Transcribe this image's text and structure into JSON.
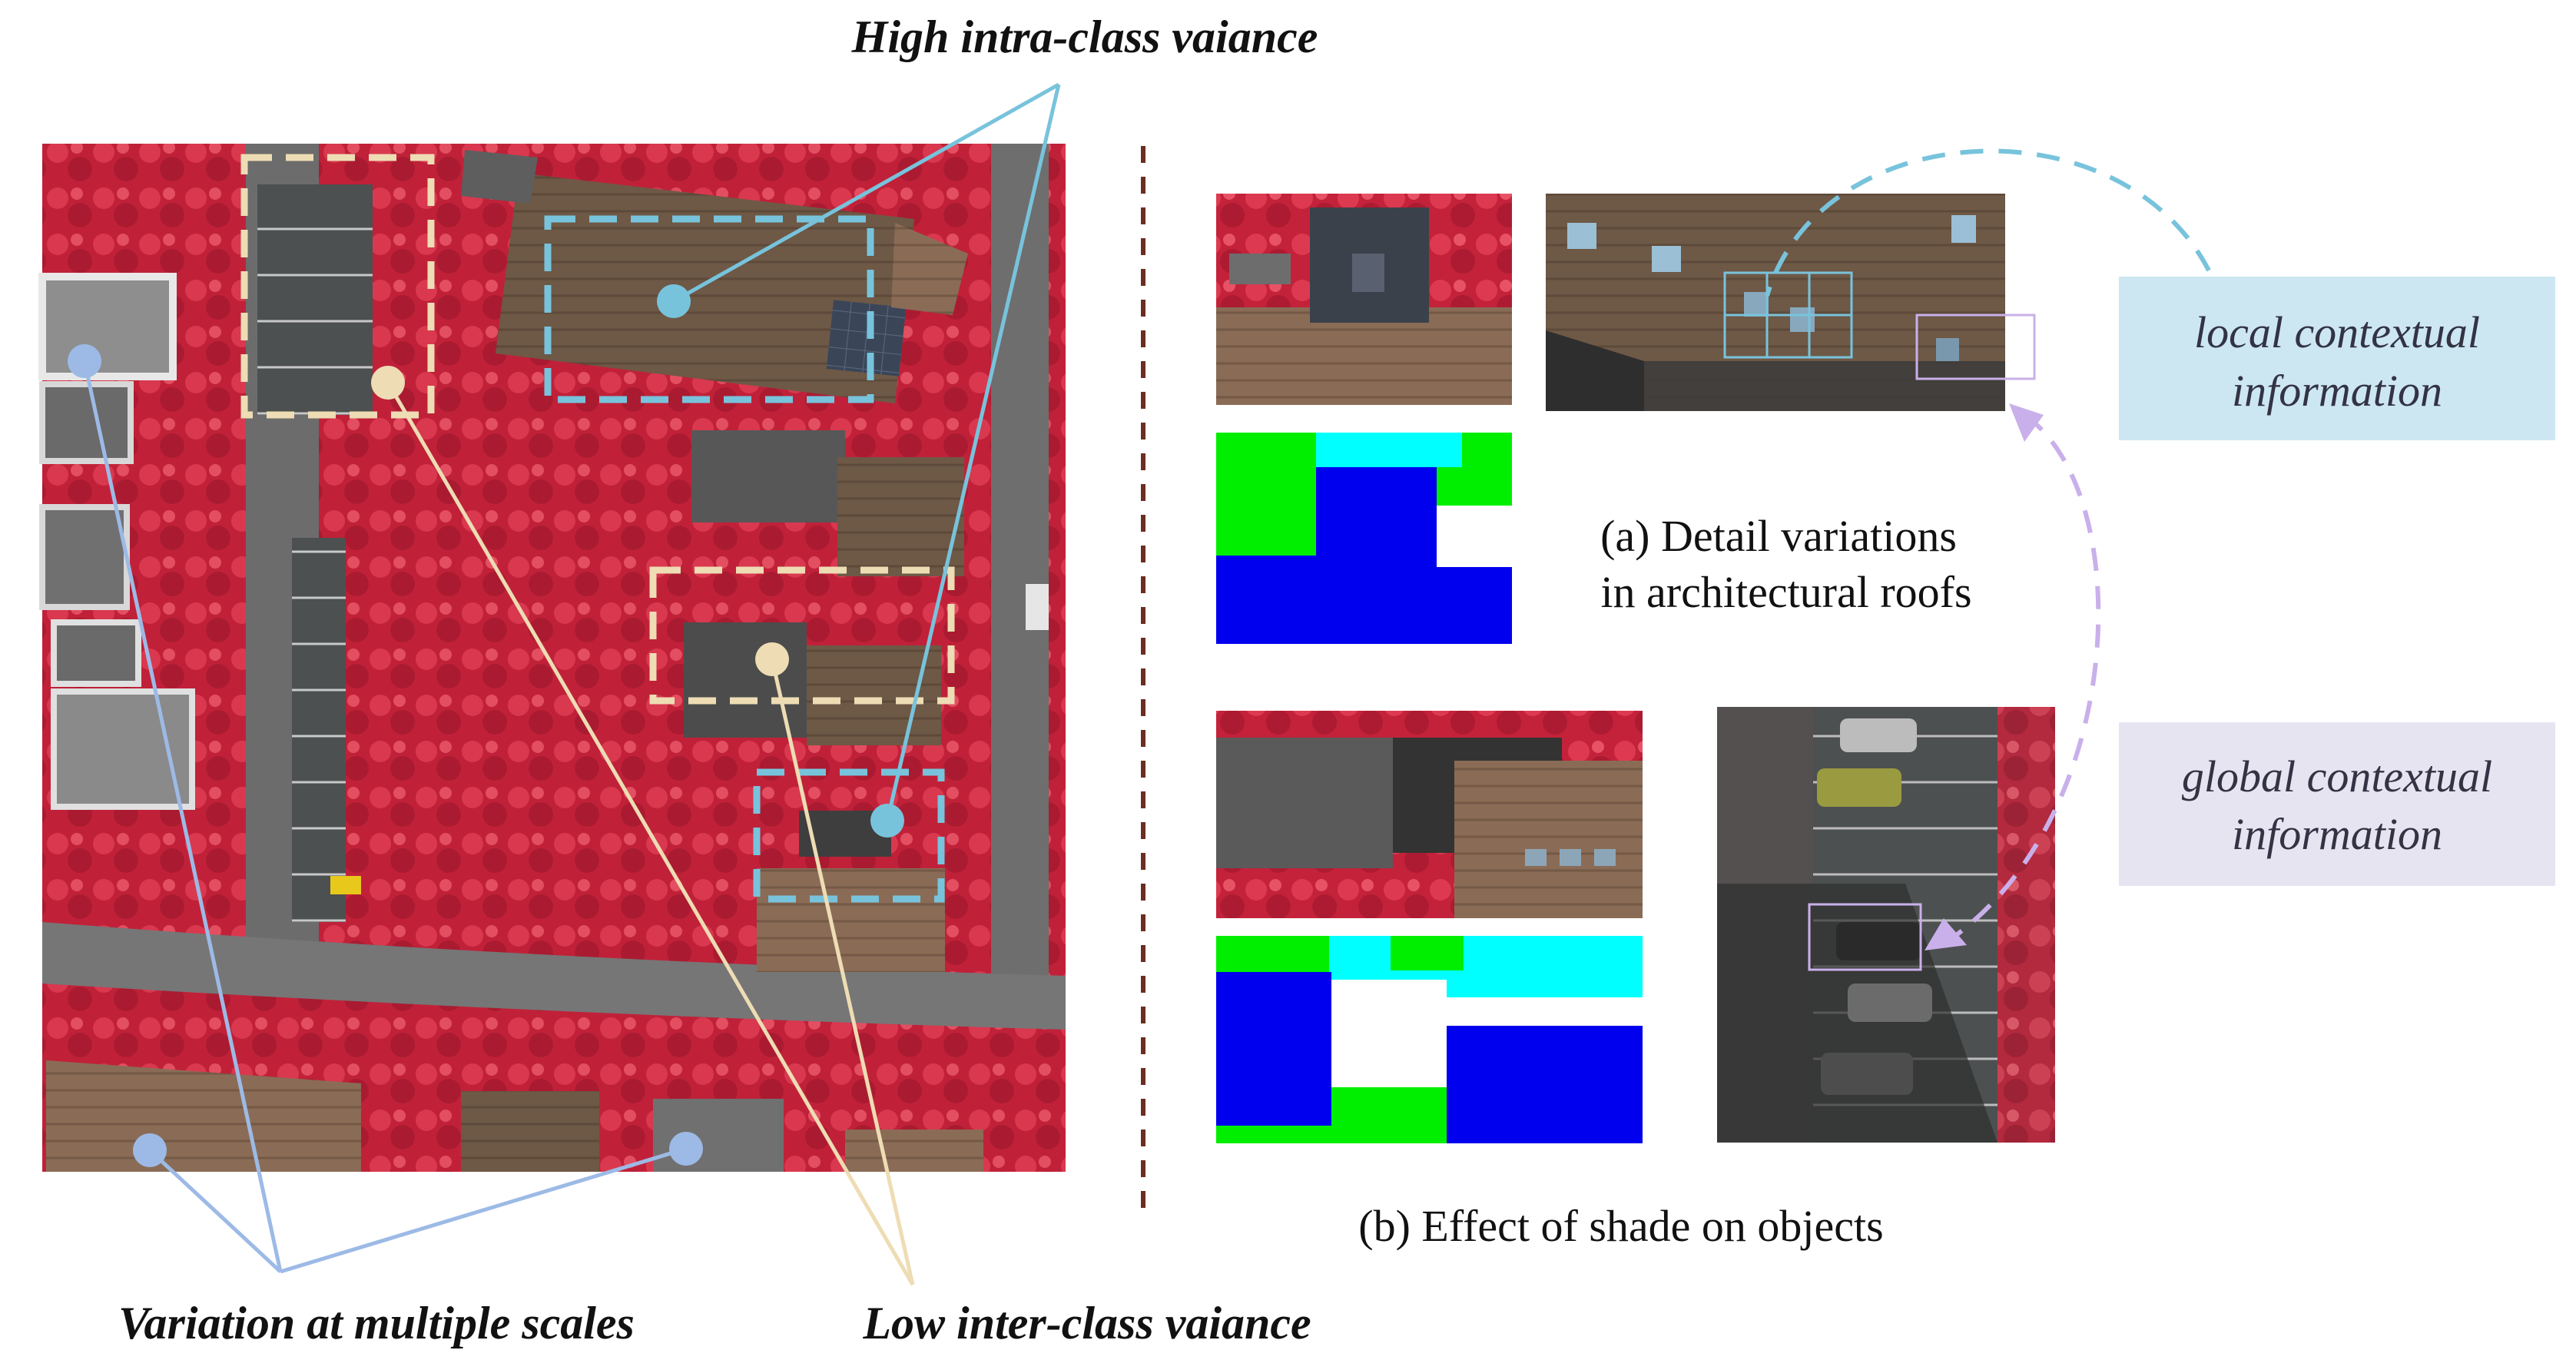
{
  "labels": {
    "high_intra": "High intra-class vaiance",
    "multi_scale": "Variation at multiple scales",
    "low_inter": "Low inter-class vaiance"
  },
  "captions": {
    "a_line1": "(a) Detail variations",
    "a_line2": "in architectural roofs",
    "b": "(b) Effect of shade on objects"
  },
  "context_boxes": {
    "local_line1": "local contextual",
    "local_line2": "information",
    "global_line1": "global contextual",
    "global_line2": "information"
  },
  "colors": {
    "blue_marker": "#78c3dc",
    "yellow_marker": "#eedcb4",
    "periwinkle_marker": "#9dbae6",
    "purple_arrow": "#c9b0ea",
    "local_box_bg": "#cce7f1",
    "global_box_bg": "#e7e4f2",
    "seg_blue": "#0000ee",
    "seg_green": "#00ee00",
    "seg_cyan": "#00ffff",
    "seg_white": "#ffffff",
    "vegetation_red": "#d0263c",
    "roof_brown": "#6e5846",
    "road_gray": "#707070"
  }
}
